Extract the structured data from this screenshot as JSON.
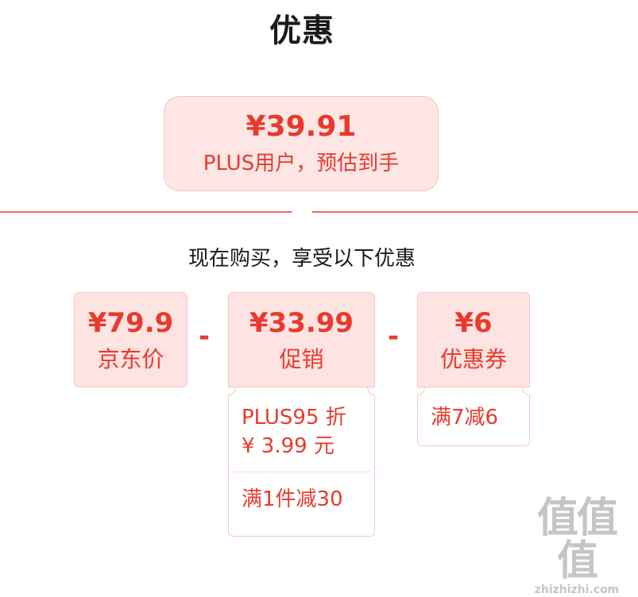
{
  "header": {
    "title": "优惠"
  },
  "summary": {
    "price": "¥39.91",
    "note": "PLUS用户，预估到手"
  },
  "subtitle": "现在购买，享受以下优惠",
  "items": [
    {
      "price": "¥79.9",
      "label": "京东价"
    },
    {
      "price": "¥33.99",
      "label": "促销"
    },
    {
      "price": "¥6",
      "label": "优惠券"
    }
  ],
  "operators": [
    "-",
    "-"
  ],
  "promo_details": {
    "line1": "PLUS95 折",
    "line2": "¥ 3.99 元",
    "line3": "满1件减30"
  },
  "coupon_details": {
    "line1": "满7减6"
  },
  "watermark": {
    "glyphs": "值值值",
    "url": "zhizhizhi.com"
  },
  "colors": {
    "accent": "#e93a2d",
    "box_bg": "#fde3e1",
    "border": "#f7c9c6"
  }
}
